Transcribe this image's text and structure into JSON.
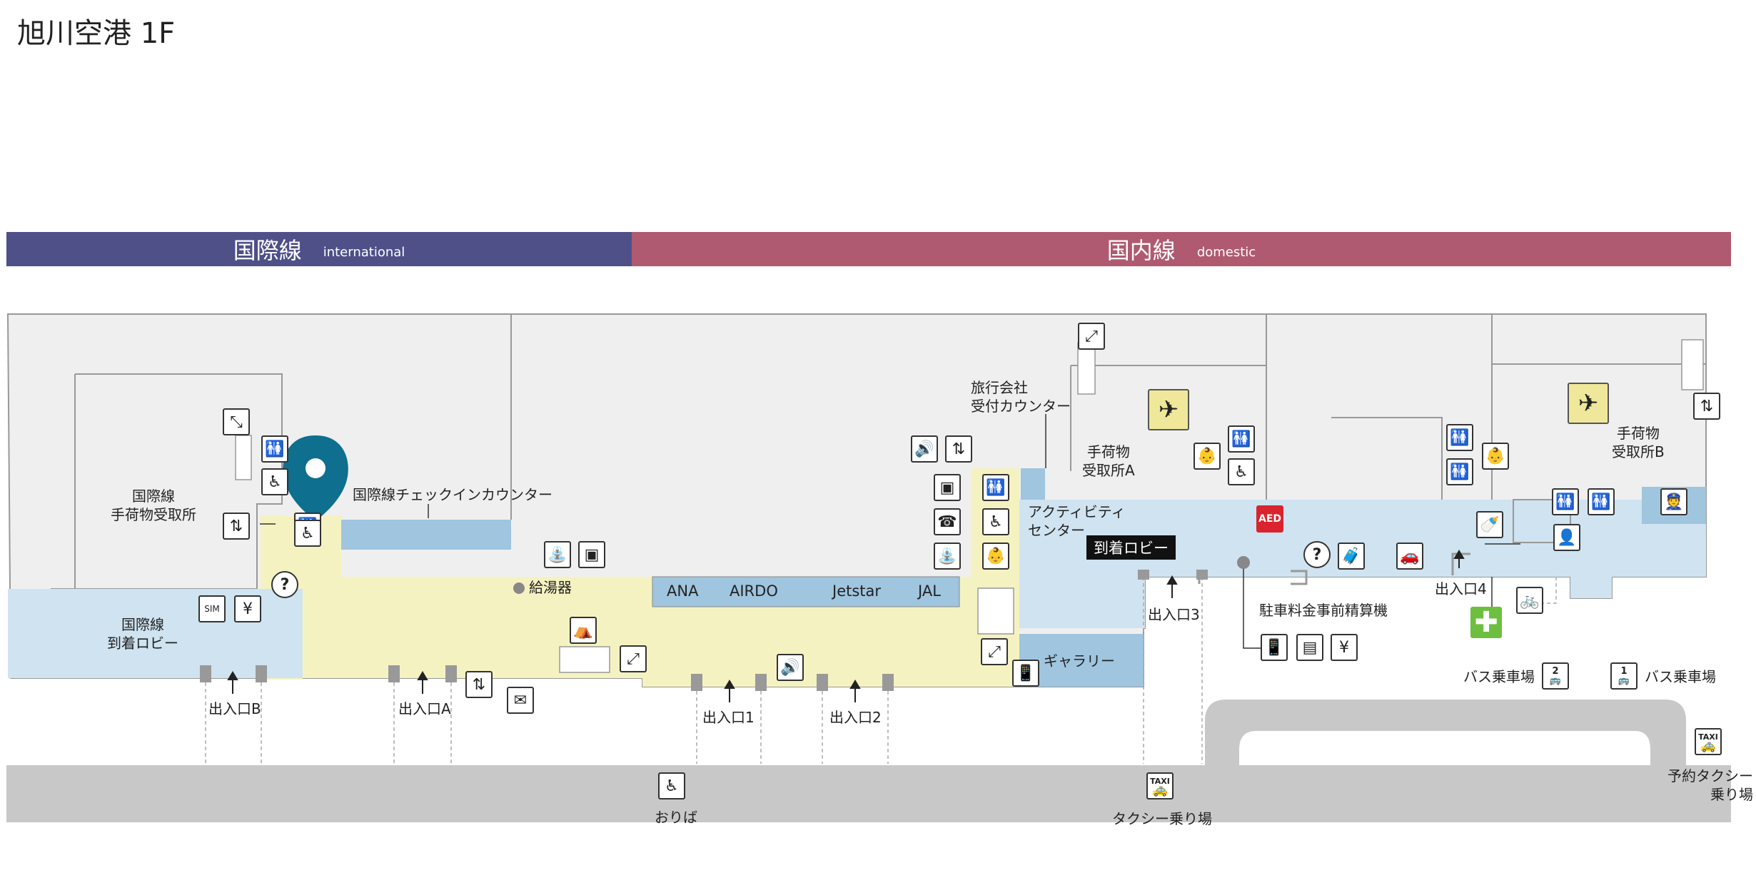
{
  "title": "旭川空港 1F",
  "bands": {
    "international": {
      "jp": "国際線",
      "en": "international",
      "color": "#4f5088"
    },
    "domestic": {
      "jp": "国内線",
      "en": "domestic",
      "color": "#af5a70"
    }
  },
  "colors": {
    "yellow_zone": "#f5f2c1",
    "blue_zone": "#cfe3f0",
    "counter_blue": "#9fc5df",
    "marker": "#0e6f8f",
    "road": "#c8c8c8",
    "building": "#efefef"
  },
  "labels": {
    "intl_baggage": "国際線\n手荷物受取所",
    "intl_checkin": "国際線チェックインカウンター",
    "intl_arrival": "国際線\n到着ロビー",
    "hot_water": "給湯器",
    "travel_agency": "旅行会社\n受付カウンター",
    "baggage_a": "手荷物\n受取所A",
    "baggage_b": "手荷物\n受取所B",
    "activity_center": "アクティビティ\nセンター",
    "arrival_lobby": "到着ロビー",
    "gallery": "ギャラリー",
    "parking_machine": "駐車料金事前精算機",
    "bus_stop_2": "バス乗車場",
    "bus_stop_1": "バス乗車場",
    "reserved_taxi": "予約タクシー\n乗り場",
    "dropoff": "おりば",
    "taxi_stand": "タクシー乗り場"
  },
  "counters": [
    "ANA",
    "AIRDO",
    "Jetstar",
    "JAL"
  ],
  "entrances": {
    "B": "出入口B",
    "A": "出入口A",
    "e1": "出入口1",
    "e2": "出入口2",
    "e3": "出入口3",
    "e4": "出入口4"
  },
  "icons": {
    "sim": "SIM",
    "aed": "AED",
    "taxi": "TAXI",
    "bus2": "2",
    "bus1": "1",
    "question_icon": "?"
  }
}
